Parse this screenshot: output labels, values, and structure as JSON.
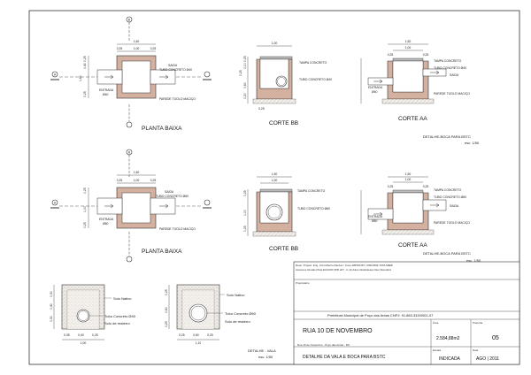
{
  "sheet": {
    "bg": "#ffffff",
    "line_color": "#333333",
    "wall_color": "#d9b8a8",
    "hatch_color": "#b07f6a",
    "soil_color": "#e7e2dc",
    "dots_color": "#9a948c"
  },
  "top_plan": {
    "dim_overall": "1,50",
    "dim_left": "0,25",
    "dim_mid": "1,00",
    "dim_right": "0,25",
    "dim_v_a": "0,25",
    "dim_v_b": "0,40",
    "dim_v_c": "1,60",
    "dim_v_d": "0,25",
    "label_saida": "SAIDA",
    "label_tubo": "TUBO CONCRETO Ø40",
    "label_entrada": "ENTRADA",
    "label_entrada_d": "Ø40",
    "label_parede": "PAREDE TIJOLO MACIÇO",
    "section_a": "A",
    "section_b": "B",
    "title": "PLANTA BAIXA"
  },
  "top_bb": {
    "dim_top": "1,00",
    "dim_v_a": "0,25",
    "dim_v_b": "0,10",
    "dim_v_c": "0,25",
    "dim_v_d": "0,60",
    "dim_v_e": "0,20",
    "dim_bottom": "0,25",
    "label_tampa": "TAMPA CONCRETO",
    "label_tubo": "TUBO CONCRETO Ø40",
    "title": "CORTE BB"
  },
  "top_aa": {
    "dim_overall": "1,50",
    "dim_mid": "1,00",
    "dim_left": "0,25",
    "dim_right": "0,25",
    "label_tampa": "TAMPA CONCRETO",
    "label_tubo": "TUBO CONCRETO Ø40",
    "label_saida": "SAIDA",
    "label_entrada": "ENTRADA",
    "label_entrada_d": "Ø40",
    "label_parede": "PAREDE TIJOLO MACIÇO",
    "title": "CORTE AA"
  },
  "top_caption": {
    "line1": "DETALHE-BOCA PARA BSTC",
    "line2": "esc. 1/50"
  },
  "mid_plan": {
    "dim_overall": "1,50",
    "dim_left": "0,25",
    "dim_mid": "1,00",
    "dim_right": "0,25",
    "dim_v_a": "0,25",
    "dim_v_b": "1,00",
    "dim_v_c": "0,25",
    "label_saida": "SAIDA",
    "label_tubo": "TUBO CONCRETO Ø60",
    "label_entrada": "ENTRADA",
    "label_entrada_d": "Ø60",
    "label_parede": "PAREDE TIJOLO MACIÇO",
    "section_a": "A",
    "section_b": "B",
    "title": "PLANTA BAIXA"
  },
  "mid_bb": {
    "dim_top": "1,50",
    "dim_mid": "1,00",
    "dim_v_a": "0,25",
    "dim_v_b": "1,00",
    "dim_v_c": "0,25",
    "label_tampa": "TAMPA CONCRETO",
    "label_tubo": "TUBO CONCRETO Ø60",
    "title": "CORTE BB"
  },
  "mid_aa": {
    "dim_overall": "1,50",
    "dim_mid": "1,00",
    "dim_left": "0,25",
    "dim_right": "0,25",
    "label_tampa": "TAMPA CONCRETO",
    "label_tubo": "TUBO CONCRETO Ø60",
    "label_saida": "SAIDA",
    "label_entrada": "ENTRADA",
    "label_entrada_d": "Ø60",
    "label_parede": "PAREDE TIJOLO MACIÇO",
    "title": "CORTE AA"
  },
  "mid_caption": {
    "line1": "DETALHE-BOCA PARA BSTC",
    "line2": "esc. 1/50"
  },
  "vala40": {
    "label_solo": "Solo Nativo",
    "label_tubo": "Tubo Concreto Ø40",
    "label_reaterro": "Solo de reaterro",
    "dim_v_a": "0,30",
    "dim_v_b": "0,40",
    "dim_v_c": "0,30",
    "dim_b1": "0,35",
    "dim_b2": "0,40",
    "dim_b3": "0,25",
    "dim_total": "1,00"
  },
  "vala60": {
    "label_solo": "Solo Nativo",
    "label_tubo": "Tubo Concreto Ø60",
    "label_reaterro": "Solo de reaterro",
    "dim_v_a": "0,25",
    "dim_v_b": "0,60",
    "dim_v_c": "0,25",
    "dim_b1": "0,25",
    "dim_b2": "0,60",
    "dim_b3": "0,25",
    "dim_total": "1,10"
  },
  "vala_caption": {
    "line1": "DETALHE - VALA",
    "line2": "esc. 1/50"
  },
  "title_block": {
    "resp_line1": "Resp. Projeto: Eng. Civil Alberto Rauber / Crea 405551357 | 098-0803-7978 ABEB",
    "resp_line2": "Assentos Glosão Pista EXAOM NPR 227 - F. Ambitos Glasblasses Res Standard",
    "proprietario_label": "Proprietário",
    "prefeitura": "Prefeitura Municipal de Poço das Antas  CNPJ: 91.883.333/0001-07",
    "area_label": "Área",
    "prancha_label": "Prancha",
    "obra": "RUA 10 DE NOVEMBRO",
    "area_value": "2.584,88m2",
    "prancha_value": "05",
    "local": "Rua  10 de Novembro - Poço das Antas - RS",
    "conteudo": "DETALHE DA VALA E BOCA PARA BSTC",
    "escala_label": "Escala",
    "escala_value": "INDICADA",
    "data_label": "Data",
    "data_value": "AGO | 2011"
  }
}
